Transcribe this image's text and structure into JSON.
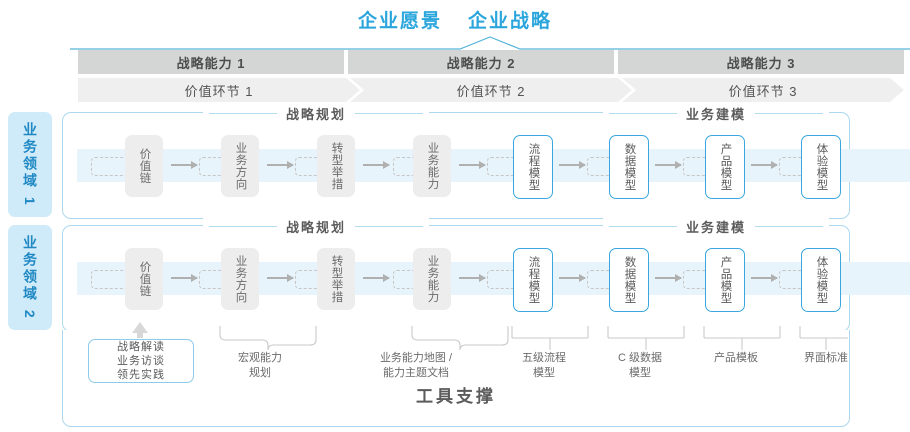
{
  "top": {
    "vision": "企业愿景",
    "strategy": "企业战略"
  },
  "capabilities": [
    {
      "label": "战略能力 1"
    },
    {
      "label": "战略能力 2"
    },
    {
      "label": "战略能力 3"
    }
  ],
  "value_links": [
    {
      "label": "价值环节 1"
    },
    {
      "label": "价值环节 2"
    },
    {
      "label": "价值环节 3"
    }
  ],
  "domains": [
    {
      "label": "业务领域 1"
    },
    {
      "label": "业务领域 2"
    }
  ],
  "sections": {
    "planning": "战略规划",
    "modeling": "业务建模"
  },
  "nodes": {
    "planning": [
      {
        "label": "价值链",
        "style": "gray"
      },
      {
        "label": "业务方向",
        "style": "gray"
      },
      {
        "label": "转型举措",
        "style": "gray"
      },
      {
        "label": "业务能力",
        "style": "gray"
      }
    ],
    "modeling": [
      {
        "label": "流程模型",
        "style": "blue"
      },
      {
        "label": "数据模型",
        "style": "blue"
      },
      {
        "label": "产品模型",
        "style": "blue"
      },
      {
        "label": "体验模型",
        "style": "blue"
      }
    ]
  },
  "kickoff": {
    "line1": "战略解读",
    "line2": "业务访谈",
    "line3": "领先实践"
  },
  "annotations": [
    {
      "line1": "宏观能力",
      "line2": "规划"
    },
    {
      "line1": "业务能力地图 /",
      "line2": "能力主题文档"
    },
    {
      "line1": "五级流程",
      "line2": "模型"
    },
    {
      "line1": "C 级数据",
      "line2": "模型"
    },
    {
      "line1": "产品模板",
      "line2": ""
    },
    {
      "line1": "界面标准",
      "line2": ""
    }
  ],
  "footer": {
    "title": "工具支撑"
  },
  "colors": {
    "accent_blue": "#2ba6dd",
    "tab_blue": "#cfeaf8",
    "band_blue": "#e8f4fb",
    "header_gray": "#d4d6d6",
    "value_gray": "#efefef",
    "node_gray": "#ededed"
  }
}
